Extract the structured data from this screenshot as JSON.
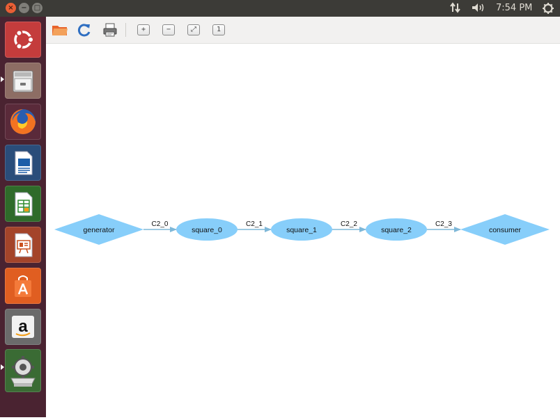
{
  "top_panel": {
    "close_glyph": "×",
    "min_glyph": "−",
    "max_glyph": "□",
    "clock": "7:54 PM"
  },
  "launcher": {
    "items": [
      {
        "name": "ubuntu-dash",
        "active": true
      },
      {
        "name": "files",
        "running": true
      },
      {
        "name": "firefox"
      },
      {
        "name": "libreoffice-writer"
      },
      {
        "name": "libreoffice-calc"
      },
      {
        "name": "libreoffice-impress"
      },
      {
        "name": "ubuntu-software"
      },
      {
        "name": "amazon"
      },
      {
        "name": "system-settings",
        "running": true
      }
    ]
  },
  "toolbar": {
    "buttons": [
      "open",
      "reload",
      "print"
    ],
    "zoom": {
      "in": "+",
      "out": "−",
      "fit": "⤢",
      "reset": "1"
    }
  },
  "graph": {
    "nodes": [
      {
        "id": "generator",
        "label": "generator",
        "shape": "diamond"
      },
      {
        "id": "square_0",
        "label": "square_0",
        "shape": "ellipse"
      },
      {
        "id": "square_1",
        "label": "square_1",
        "shape": "ellipse"
      },
      {
        "id": "square_2",
        "label": "square_2",
        "shape": "ellipse"
      },
      {
        "id": "consumer",
        "label": "consumer",
        "shape": "diamond"
      }
    ],
    "edges": [
      {
        "from": "generator",
        "to": "square_0",
        "label": "C2_0"
      },
      {
        "from": "square_0",
        "to": "square_1",
        "label": "C2_1"
      },
      {
        "from": "square_1",
        "to": "square_2",
        "label": "C2_2"
      },
      {
        "from": "square_2",
        "to": "consumer",
        "label": "C2_3"
      }
    ],
    "node_fill": "#87cefa",
    "edge_color": "#7fb8d8"
  }
}
